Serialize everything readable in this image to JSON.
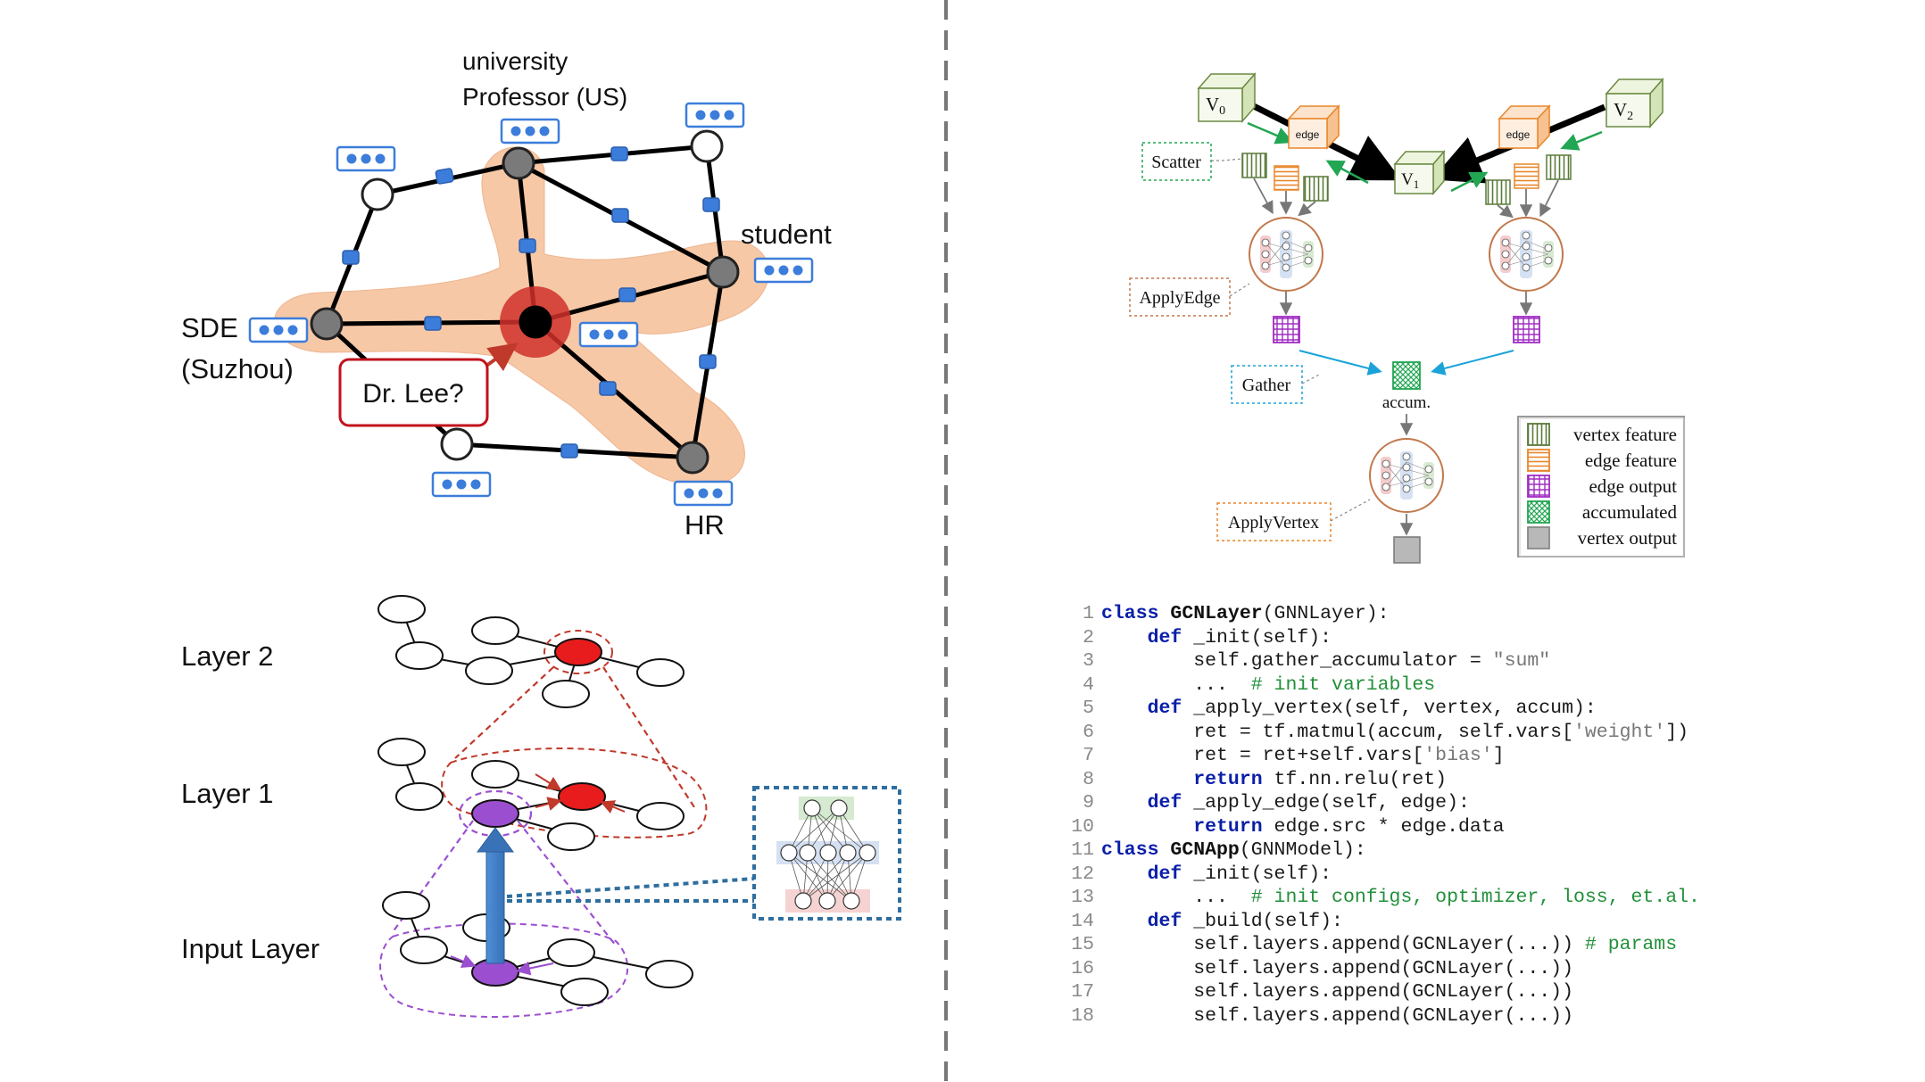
{
  "social_graph": {
    "labels": {
      "university": "university",
      "professor": "Professor (US)",
      "student": "student",
      "sde": "SDE",
      "suzhou": "(Suzhou)",
      "hr": "HR"
    },
    "callout": "Dr. Lee?"
  },
  "layers": {
    "layer2": "Layer 2",
    "layer1": "Layer 1",
    "input": "Input Layer"
  },
  "pipeline": {
    "nodes": {
      "v0": "V",
      "v0_sub": "0",
      "v1": "V",
      "v1_sub": "1",
      "v2": "V",
      "v2_sub": "2",
      "edge": "edge"
    },
    "steps": {
      "scatter": "Scatter",
      "apply_edge": "ApplyEdge",
      "gather": "Gather",
      "accum": "accum.",
      "apply_vertex": "ApplyVertex"
    },
    "legend": [
      {
        "label": "vertex feature",
        "color": "#5b7a3a",
        "pattern": "vlines"
      },
      {
        "label": "edge feature",
        "color": "#e8862a",
        "pattern": "hlines"
      },
      {
        "label": "edge output",
        "color": "#a12cc4",
        "pattern": "grid"
      },
      {
        "label": "accumulated",
        "color": "#22a653",
        "pattern": "cross"
      },
      {
        "label": "vertex output",
        "color": "#888888",
        "pattern": "solid"
      }
    ]
  },
  "code": {
    "lines": [
      {
        "n": "1",
        "t": [
          [
            "kw",
            "class "
          ],
          [
            "cls",
            "GCNLayer"
          ],
          [
            "",
            "(GNNLayer):"
          ]
        ]
      },
      {
        "n": "2",
        "t": [
          [
            "",
            "    "
          ],
          [
            "kw",
            "def "
          ],
          [
            "",
            "_init(self):"
          ]
        ]
      },
      {
        "n": "3",
        "t": [
          [
            "",
            "        self.gather_accumulator = "
          ],
          [
            "str",
            "\"sum\""
          ]
        ]
      },
      {
        "n": "4",
        "t": [
          [
            "",
            "        ...  "
          ],
          [
            "cm",
            "# init variables"
          ]
        ]
      },
      {
        "n": "5",
        "t": [
          [
            "",
            "    "
          ],
          [
            "kw",
            "def "
          ],
          [
            "",
            "_apply_vertex(self, vertex, accum):"
          ]
        ]
      },
      {
        "n": "6",
        "t": [
          [
            "",
            "        ret = tf.matmul(accum, self.vars["
          ],
          [
            "str",
            "'weight'"
          ],
          [
            "",
            "])"
          ]
        ]
      },
      {
        "n": "7",
        "t": [
          [
            "",
            "        ret = ret+self.vars["
          ],
          [
            "str",
            "'bias'"
          ],
          [
            "",
            "]"
          ]
        ]
      },
      {
        "n": "8",
        "t": [
          [
            "",
            "        "
          ],
          [
            "kw",
            "return "
          ],
          [
            "",
            "tf.nn.relu(ret)"
          ]
        ]
      },
      {
        "n": "9",
        "t": [
          [
            "",
            "    "
          ],
          [
            "kw",
            "def "
          ],
          [
            "",
            "_apply_edge(self, edge):"
          ]
        ]
      },
      {
        "n": "10",
        "t": [
          [
            "",
            "        "
          ],
          [
            "kw",
            "return "
          ],
          [
            "",
            "edge.src * edge.data"
          ]
        ]
      },
      {
        "n": "11",
        "t": [
          [
            "kw",
            "class "
          ],
          [
            "cls",
            "GCNApp"
          ],
          [
            "",
            "(GNNModel):"
          ]
        ]
      },
      {
        "n": "12",
        "t": [
          [
            "",
            "    "
          ],
          [
            "kw",
            "def "
          ],
          [
            "",
            "_init(self):"
          ]
        ]
      },
      {
        "n": "13",
        "t": [
          [
            "",
            "        ...  "
          ],
          [
            "cm",
            "# init configs, optimizer, loss, et.al."
          ]
        ]
      },
      {
        "n": "14",
        "t": [
          [
            "",
            "    "
          ],
          [
            "kw",
            "def "
          ],
          [
            "",
            "_build(self):"
          ]
        ]
      },
      {
        "n": "15",
        "t": [
          [
            "",
            "        self.layers.append(GCNLayer(...)) "
          ],
          [
            "cm",
            "# params"
          ]
        ]
      },
      {
        "n": "16",
        "t": [
          [
            "",
            "        self.layers.append(GCNLayer(...))"
          ]
        ]
      },
      {
        "n": "17",
        "t": [
          [
            "",
            "        self.layers.append(GCNLayer(...))"
          ]
        ]
      },
      {
        "n": "18",
        "t": [
          [
            "",
            "        self.layers.append(GCNLayer(...))"
          ]
        ]
      }
    ]
  },
  "colors": {
    "highlight": "#f6b98e",
    "feature_box": "#3c7ddb",
    "node_red": "#e81c1c",
    "node_purple": "#9b4fd0",
    "dashed_blue": "#2f6e9e"
  }
}
